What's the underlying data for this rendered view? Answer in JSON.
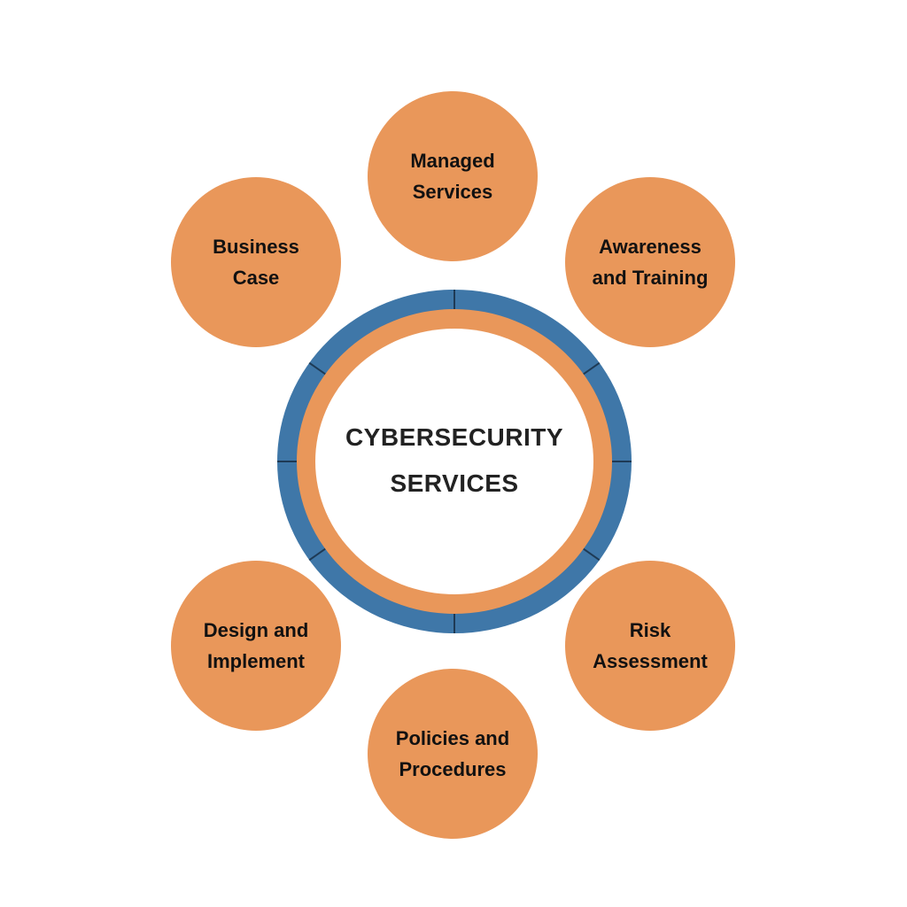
{
  "colors": {
    "node_fill": "#E9975A",
    "ring_outer": "#3F77A8",
    "ring_inner": "#E9975A",
    "ring_segment_line": "#1E3A55",
    "hub_fill": "#FFFFFF",
    "text": "#111111"
  },
  "hub": {
    "line1": "CYBERSECURITY",
    "line2": "SERVICES"
  },
  "nodes": {
    "managed_services": {
      "line1": "Managed",
      "line2": "Services"
    },
    "business_case": {
      "line1": "Business",
      "line2": "Case"
    },
    "awareness_training": {
      "line1": "Awareness",
      "line2": "and Training"
    },
    "design_implement": {
      "line1": "Design and",
      "line2": "Implement"
    },
    "risk_assessment": {
      "line1": "Risk",
      "line2": "Assessment"
    },
    "policies_procedures": {
      "line1": "Policies and",
      "line2": "Procedures"
    }
  }
}
